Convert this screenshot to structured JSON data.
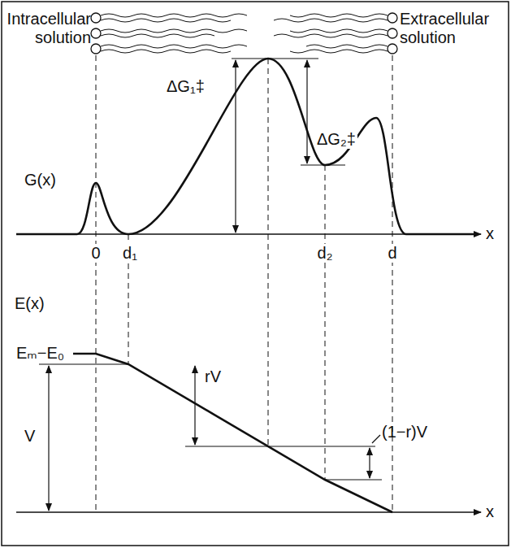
{
  "diagram": {
    "labels": [
      "Intracellular solution",
      "Extracellular solution",
      "G(x)",
      "ΔG₁‡",
      "ΔG₂‡",
      "0",
      "d₁",
      "d₂",
      "d",
      "x",
      "E(x)",
      "Eₘ−E₀",
      "V",
      "rV",
      "(1−r)V",
      "x"
    ]
  }
}
